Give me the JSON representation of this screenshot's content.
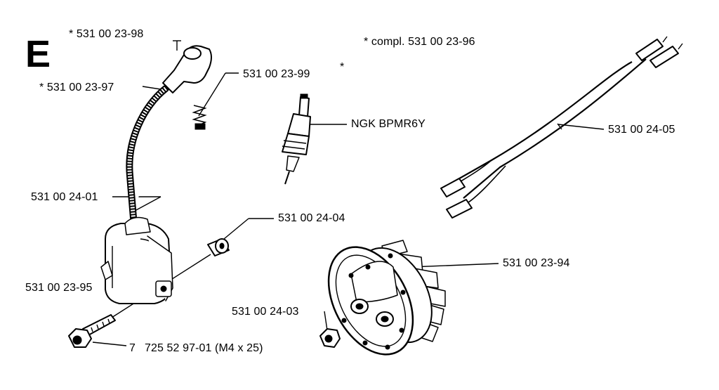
{
  "section_letter": "E",
  "labels": {
    "coil_boot_part": "* 531 00 23-98",
    "compl_kit": "* compl. 531 00 23-96",
    "spark_plug_cap": "531 00 23-99",
    "cap_asterisk": "*",
    "ht_lead": "* 531 00 23-97",
    "spark_plug": "NGK BPMR6Y",
    "wire_harness": "531 00 24-05",
    "ignition_module_lead": "531 00 24-01",
    "spacer": "531 00 24-04",
    "flywheel": "531 00 23-94",
    "ignition_module": "531 00 23-95",
    "flywheel_nut": "531 00 24-03",
    "screw_qty": "7",
    "screw": "725 52 97-01 (M4 x 25)"
  },
  "icons": [
    "ignition-coil-icon",
    "spark-plug-icon",
    "wire-harness-icon",
    "flywheel-icon",
    "screw-icon",
    "nut-icon",
    "spacer-icon"
  ]
}
